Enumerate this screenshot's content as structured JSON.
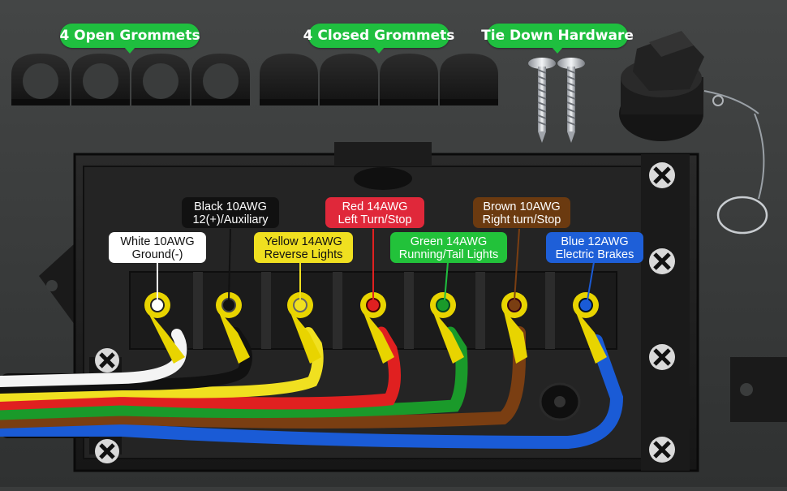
{
  "header": {
    "open_grommets": "4 Open Grommets",
    "closed_grommets": "4 Closed Grommets",
    "tie_down": "Tie Down Hardware"
  },
  "colors": {
    "background": "#3a3c3c",
    "pill_green": "#1fbf3f",
    "white": "#ffffff",
    "black": "#111111",
    "yellow": "#f0e020",
    "red": "#e02020",
    "green": "#1a9a2a",
    "brown": "#7a3e12",
    "blue": "#1a5bd6"
  },
  "wires": [
    {
      "color_name": "white",
      "line1": "White 10AWG",
      "line2": "Ground(-)"
    },
    {
      "color_name": "black",
      "line1": "Black 10AWG",
      "line2": "12(+)/Auxiliary"
    },
    {
      "color_name": "yellow",
      "line1": "Yellow 14AWG",
      "line2": "Reverse Lights"
    },
    {
      "color_name": "red",
      "line1": "Red 14AWG",
      "line2": "Left Turn/Stop"
    },
    {
      "color_name": "green",
      "line1": "Green 14AWG",
      "line2": "Running/Tail Lights"
    },
    {
      "color_name": "brown",
      "line1": "Brown 10AWG",
      "line2": "Right turn/Stop"
    },
    {
      "color_name": "blue",
      "line1": "Blue 12AWG",
      "line2": "Electric Brakes"
    }
  ]
}
